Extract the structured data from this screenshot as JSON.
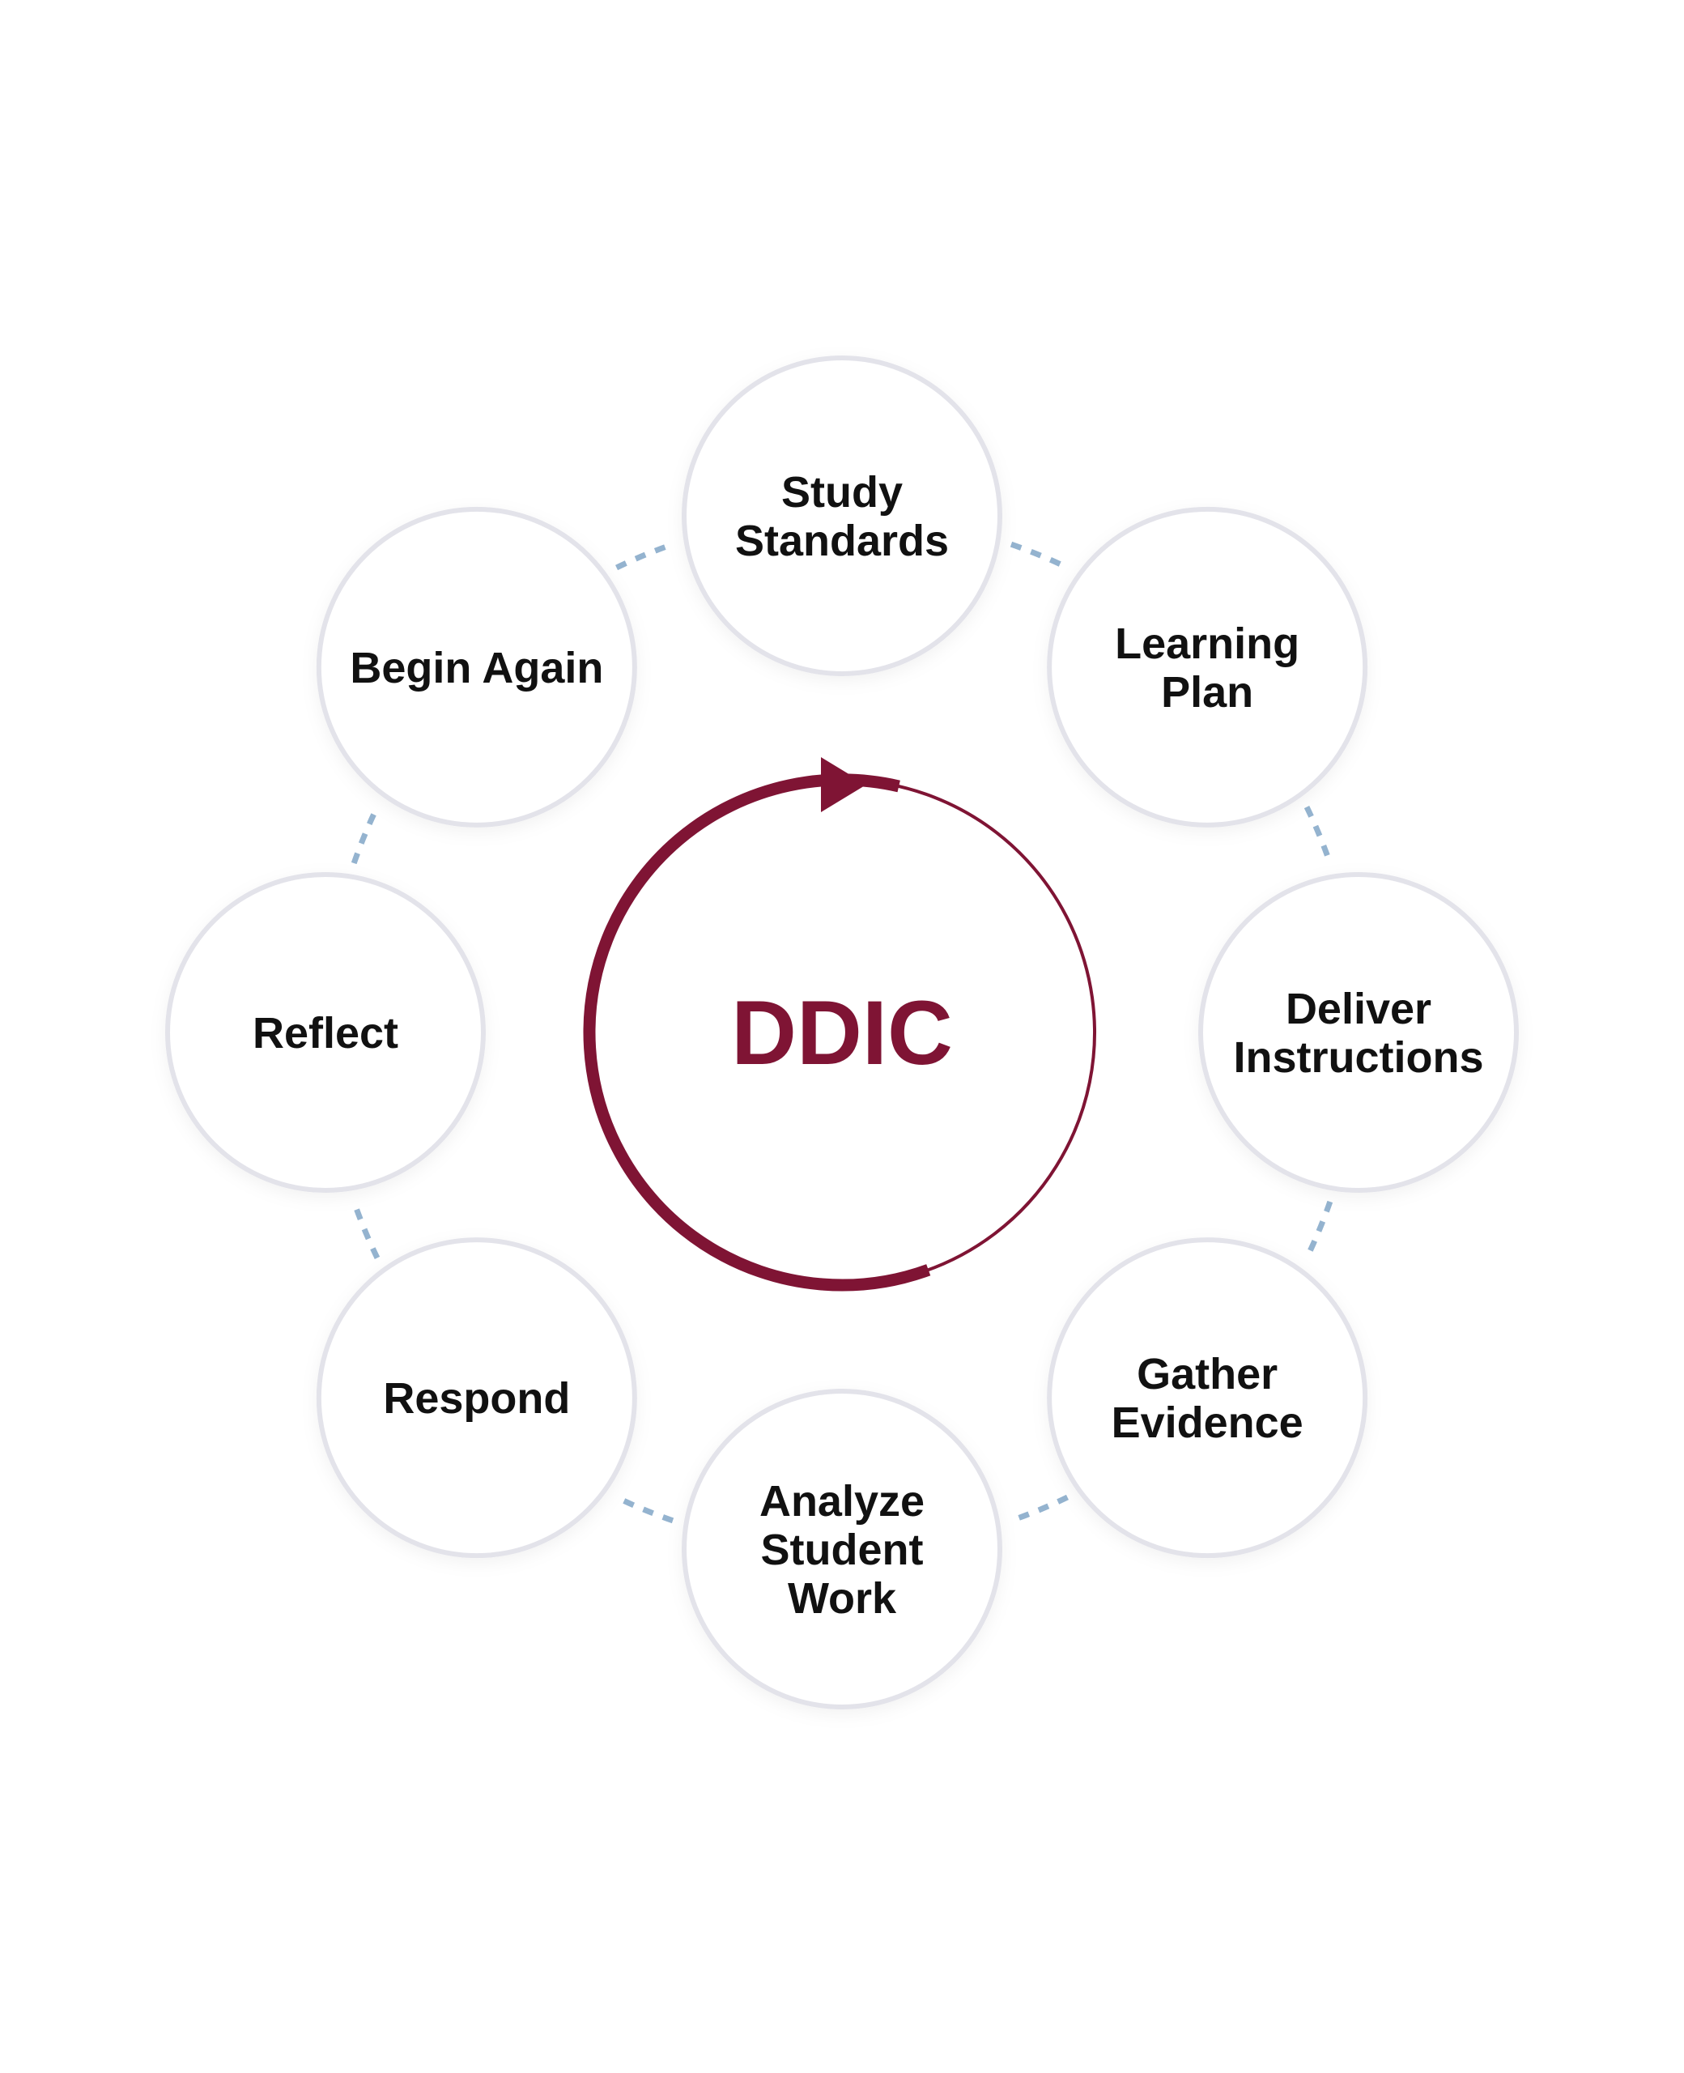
{
  "center": {
    "title": "DDIC",
    "accent_color": "#7f1434"
  },
  "connector_color": "#94b3cf",
  "stages": [
    {
      "name": "study-standards",
      "lines": [
        "Study",
        "Standards"
      ]
    },
    {
      "name": "learning-plan",
      "lines": [
        "Learning",
        "Plan"
      ]
    },
    {
      "name": "deliver-instructions",
      "lines": [
        "Deliver",
        "Instructions"
      ]
    },
    {
      "name": "gather-evidence",
      "lines": [
        "Gather",
        "Evidence"
      ]
    },
    {
      "name": "analyze-student-work",
      "lines": [
        "Analyze",
        "Student",
        "Work"
      ]
    },
    {
      "name": "respond",
      "lines": [
        "Respond"
      ]
    },
    {
      "name": "reflect",
      "lines": [
        "Reflect"
      ]
    },
    {
      "name": "begin-again",
      "lines": [
        "Begin Again"
      ]
    }
  ]
}
